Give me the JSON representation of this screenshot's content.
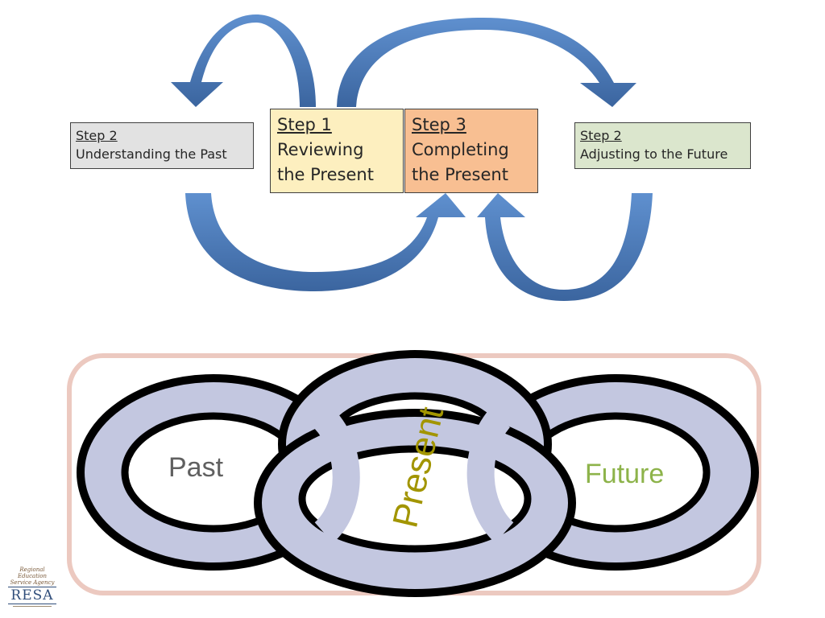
{
  "boxes": {
    "step2_past": {
      "title": "Step 2",
      "text": "Understanding the Past",
      "fill": "#e2e2e2"
    },
    "step1_present": {
      "title": "Step 1",
      "text": "Reviewing the Present",
      "fill": "#fdefbf"
    },
    "step3_present": {
      "title": "Step 3",
      "text": "Completing the Present",
      "fill": "#f8bf92"
    },
    "step2_future": {
      "title": "Step 2",
      "text": "Adjusting to the Future",
      "fill": "#dbe6cd"
    }
  },
  "chain": {
    "labels": {
      "past": "Past",
      "present": "Present",
      "future": "Future"
    },
    "link_fill": "#c3c7e0",
    "link_stroke": "#000000",
    "frame_color": "#ecc9c0"
  },
  "arrow_color": "#4a7bbd",
  "logo": {
    "line1": "Regional Education",
    "line2": "Service Agency",
    "brand": "RESA"
  }
}
